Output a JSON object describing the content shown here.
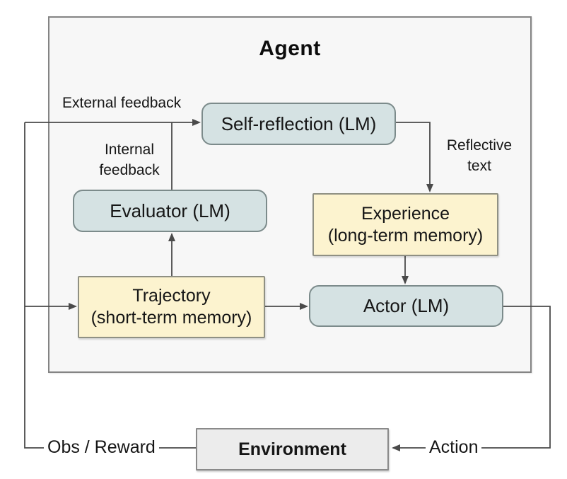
{
  "title": "Agent",
  "nodes": {
    "self_reflection": {
      "label": "Self-reflection (LM)"
    },
    "evaluator": {
      "label": "Evaluator (LM)"
    },
    "experience": {
      "title": "Experience",
      "subtitle": "(long-term memory)"
    },
    "trajectory": {
      "title": "Trajectory",
      "subtitle": "(short-term memory)"
    },
    "actor": {
      "label": "Actor (LM)"
    },
    "environment": {
      "label": "Environment"
    }
  },
  "labels": {
    "external_feedback": "External feedback",
    "internal_feedback": {
      "line1": "Internal",
      "line2": "feedback"
    },
    "reflective_text": {
      "line1": "Reflective",
      "line2": "text"
    },
    "obs_reward": "Obs / Reward",
    "action": "Action"
  },
  "colors": {
    "lm_node_fill": "#d5e2e3",
    "memory_node_fill": "#fcf3cf",
    "environment_fill": "#ececec",
    "agent_frame_fill": "#f7f7f7",
    "node_border": "#7c8b8b",
    "arrow": "#4a4a4a"
  }
}
